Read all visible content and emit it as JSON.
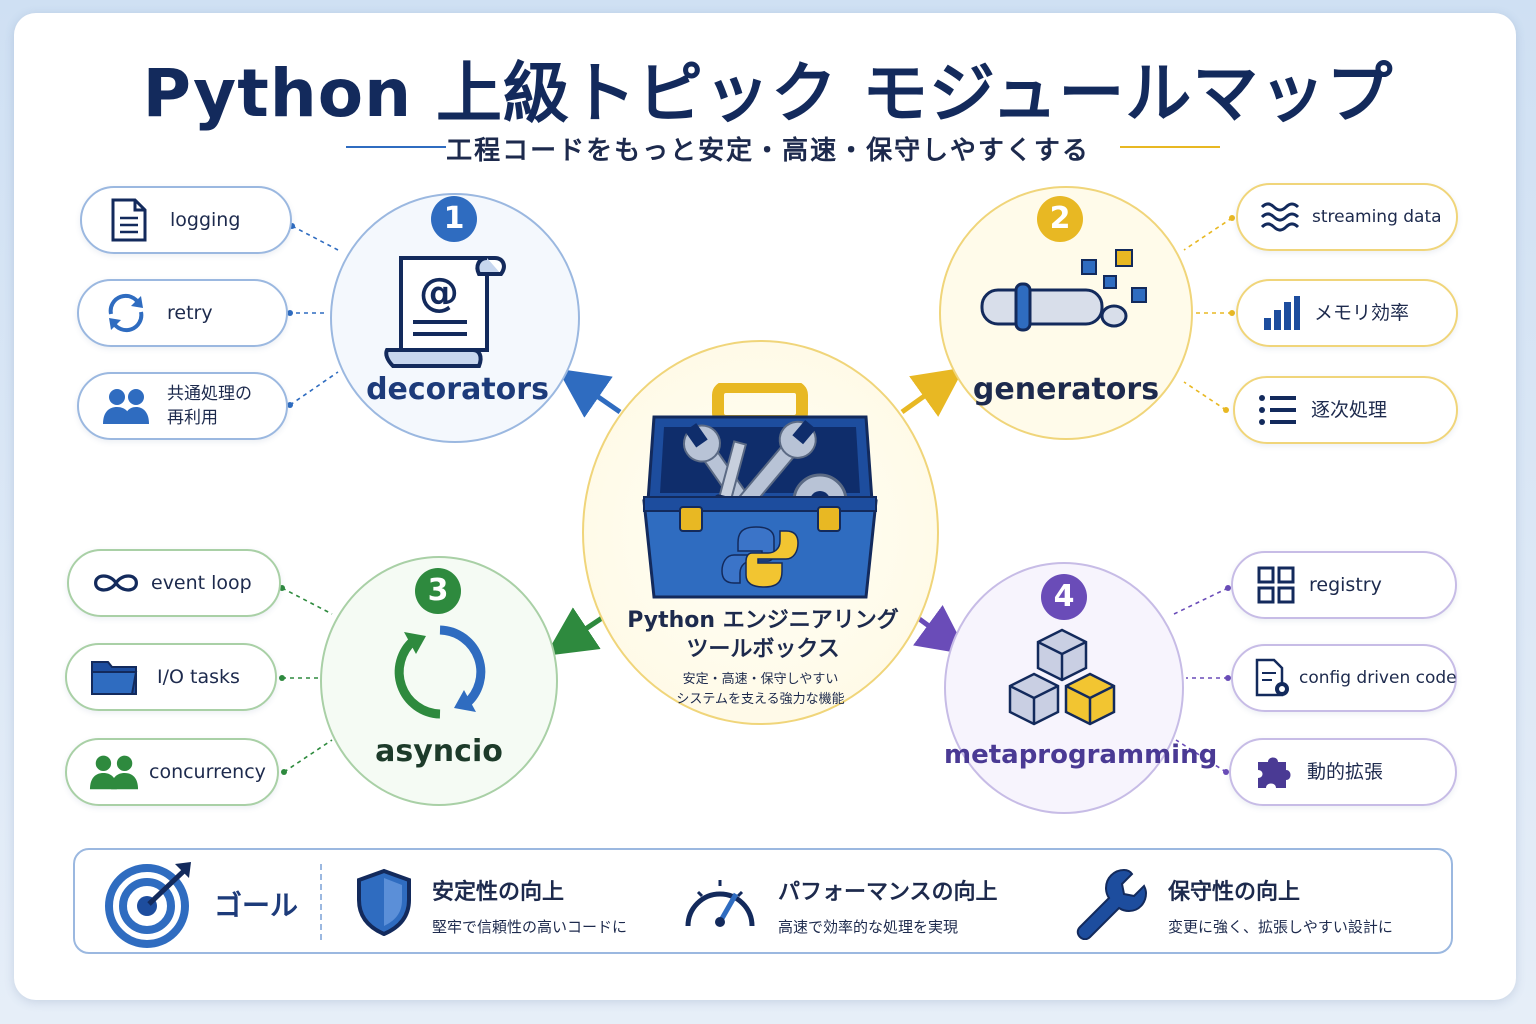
{
  "header": {
    "title": "Python 上級トピック モジュールマップ",
    "subtitle": "工程コードをもっと安定・高速・保守しやすくする"
  },
  "center": {
    "title_line1": "Python エンジニアリング",
    "title_line2": "ツールボックス",
    "desc_line1": "安定・高速・保守しやすい",
    "desc_line2": "システムを支える強力な機能",
    "icon": "toolbox-icon"
  },
  "topics": [
    {
      "number": "1",
      "label": "decorators",
      "color": "#2f6cc0",
      "icon": "scroll-at-icon",
      "items": [
        {
          "label": "logging",
          "icon": "document-icon"
        },
        {
          "label": "retry",
          "icon": "refresh-icon"
        },
        {
          "label_line1": "共通処理の",
          "label_line2": "再利用",
          "icon": "users-icon"
        }
      ]
    },
    {
      "number": "2",
      "label": "generators",
      "color": "#e8b823",
      "icon": "pipe-icon",
      "items": [
        {
          "label": "streaming data",
          "icon": "waves-icon"
        },
        {
          "label": "メモリ効率",
          "icon": "bar-chart-icon"
        },
        {
          "label": "逐次処理",
          "icon": "list-icon"
        }
      ]
    },
    {
      "number": "3",
      "label": "asyncio",
      "color": "#2e8a3e",
      "icon": "cycle-arrows-icon",
      "items": [
        {
          "label": "event loop",
          "icon": "infinity-icon"
        },
        {
          "label": "I/O tasks",
          "icon": "folder-icon"
        },
        {
          "label": "concurrency",
          "icon": "users-icon"
        }
      ]
    },
    {
      "number": "4",
      "label": "metaprogramming",
      "color": "#6a4cb8",
      "icon": "cubes-icon",
      "items": [
        {
          "label": "registry",
          "icon": "grid-icon"
        },
        {
          "label": "config driven code",
          "icon": "config-file-icon"
        },
        {
          "label": "動的拡張",
          "icon": "puzzle-icon"
        }
      ]
    }
  ],
  "goals": {
    "label": "ゴール",
    "icon": "target-icon",
    "items": [
      {
        "title": "安定性の向上",
        "desc": "堅牢で信頼性の高いコードに",
        "icon": "shield-icon"
      },
      {
        "title": "パフォーマンスの向上",
        "desc": "高速で効率的な処理を実現",
        "icon": "speedometer-icon"
      },
      {
        "title": "保守性の向上",
        "desc": "変更に強く、拡張しやすい設計に",
        "icon": "wrench-icon"
      }
    ]
  },
  "colors": {
    "navy": "#132a5c",
    "blue": "#2f6cc0",
    "yellow": "#e8b823",
    "green": "#2e8a3e",
    "purple": "#6a4cb8"
  }
}
